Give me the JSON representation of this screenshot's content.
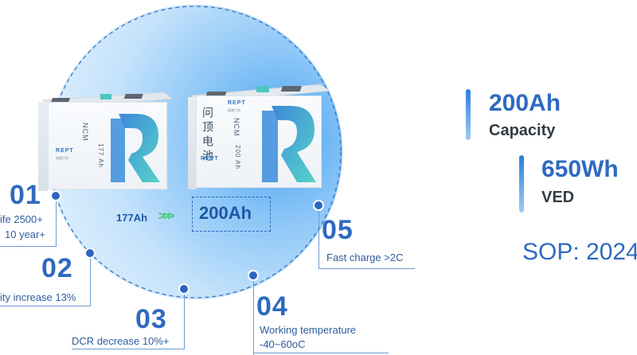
{
  "battery_small": {
    "chemistry": "NCM",
    "capacity": "177 Ah",
    "logo": "REPT",
    "logo_sub": "瑞浦兰钧"
  },
  "battery_large": {
    "chemistry": "NCM",
    "capacity": "200 Ah",
    "logo": "REPT",
    "logo_sub": "瑞浦兰钧",
    "chinese_name": "问顶电池"
  },
  "upgrade": {
    "from": "177Ah",
    "chevrons": ">>>",
    "to": "200Ah"
  },
  "features": [
    {
      "number": "01",
      "text_line1": "ife 2500+",
      "text_line2": "10 year+"
    },
    {
      "number": "02",
      "text_line1": "ity increase 13%"
    },
    {
      "number": "03",
      "text_line1": "DCR decrease 10%+"
    },
    {
      "number": "04",
      "text_line1": "Working temperature",
      "text_line2": "-40~60oC"
    },
    {
      "number": "05",
      "text_line1": "Fast charge >2C"
    }
  ],
  "specs": [
    {
      "value": "200Ah",
      "label": "Capacity"
    },
    {
      "value": "650Wh",
      "label": "VED"
    }
  ],
  "sop": "SOP: 2024",
  "colors": {
    "accent_blue": "#2f6ac0",
    "dot_blue": "#2b66c3",
    "chevron_green": "#3cc86a",
    "dark_text": "#333b45"
  }
}
